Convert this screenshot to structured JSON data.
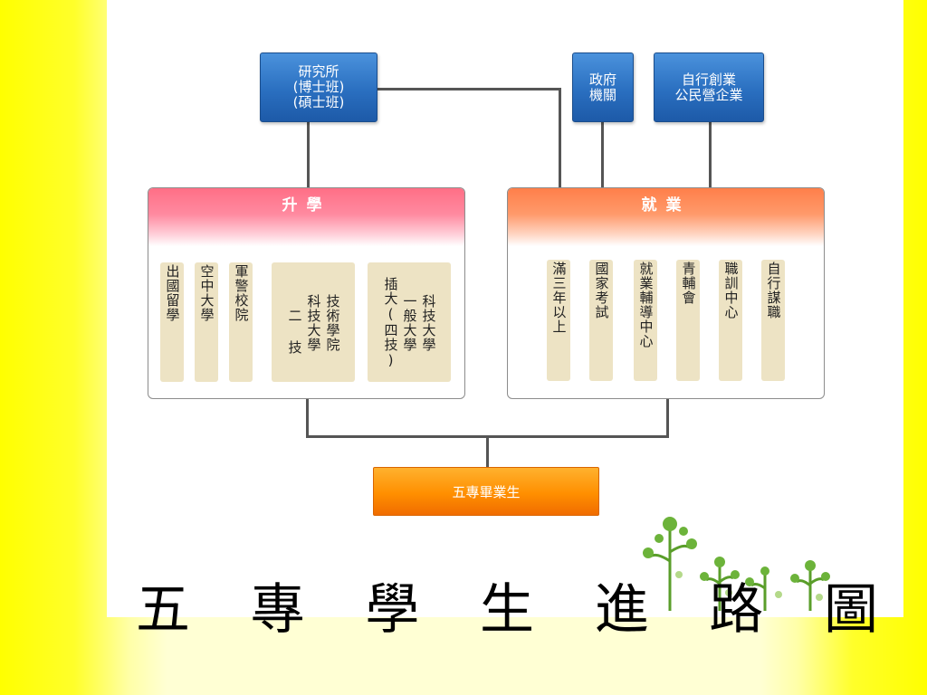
{
  "top_boxes": {
    "graduate_school": [
      "研究所",
      "(博士班)",
      "(碩士班)"
    ],
    "government": [
      "政府",
      "機關"
    ],
    "business": [
      "自行創業",
      "公民營企業"
    ]
  },
  "groups": {
    "further_study": {
      "header": "升學",
      "columns": [
        [
          "出國留學"
        ],
        [
          "空中大學"
        ],
        [
          "軍警校院"
        ],
        [
          "技術學院",
          "科技大學",
          "二 技"
        ],
        [
          "科技大學",
          "一般大學",
          "插大(四技)"
        ]
      ]
    },
    "employment": {
      "header": "就業",
      "columns": [
        [
          "滿三年以上"
        ],
        [
          "國家考試"
        ],
        [
          "就業輔導中心"
        ],
        [
          "青輔會"
        ],
        [
          "職訓中心"
        ],
        [
          "自行謀職"
        ]
      ]
    }
  },
  "graduate_box": "五專畢業生",
  "page_title": [
    "五",
    "專",
    "學",
    "生",
    "進",
    "路",
    "圖"
  ],
  "colors": {
    "background": "#ffff00",
    "box_blue": "#2a6fc0",
    "header_pink": "#ff6f86",
    "header_orange": "#ff7f4a",
    "graduate_orange": "#ff8f00",
    "column_beige": "#ede3c4",
    "connector": "#555555"
  }
}
